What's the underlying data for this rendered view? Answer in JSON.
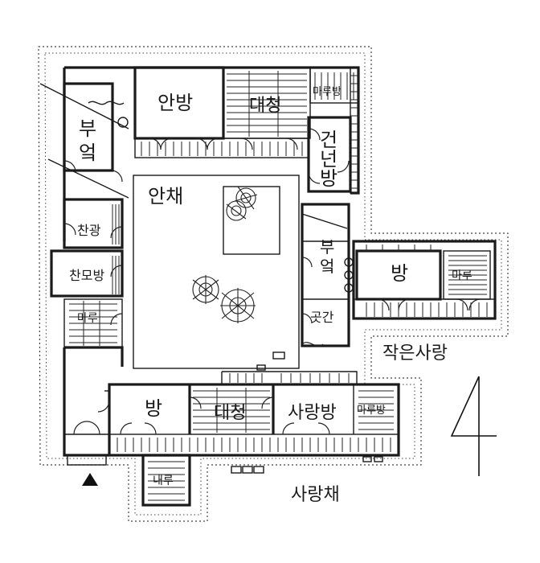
{
  "labels": {
    "anbang": "안방",
    "daecheong_top": "대청",
    "marubang_top": "마루방",
    "geonneonbang": "건넌방",
    "bueok_left": "부엌",
    "anchae": "안채",
    "changwang": "찬광",
    "chanmobang": "찬모방",
    "maru_left": "마루",
    "bueok_right": "부엌",
    "bang_right": "방",
    "maru_right": "마루",
    "gotgan": "곳간",
    "jageunsarang": "작은사랑",
    "bang_bottom": "방",
    "daecheong_bottom": "대청",
    "sarangbang": "사랑방",
    "marubang_bottom": "마루방",
    "naeru": "내루",
    "sarangchae": "사랑채"
  },
  "north_mark": "4"
}
